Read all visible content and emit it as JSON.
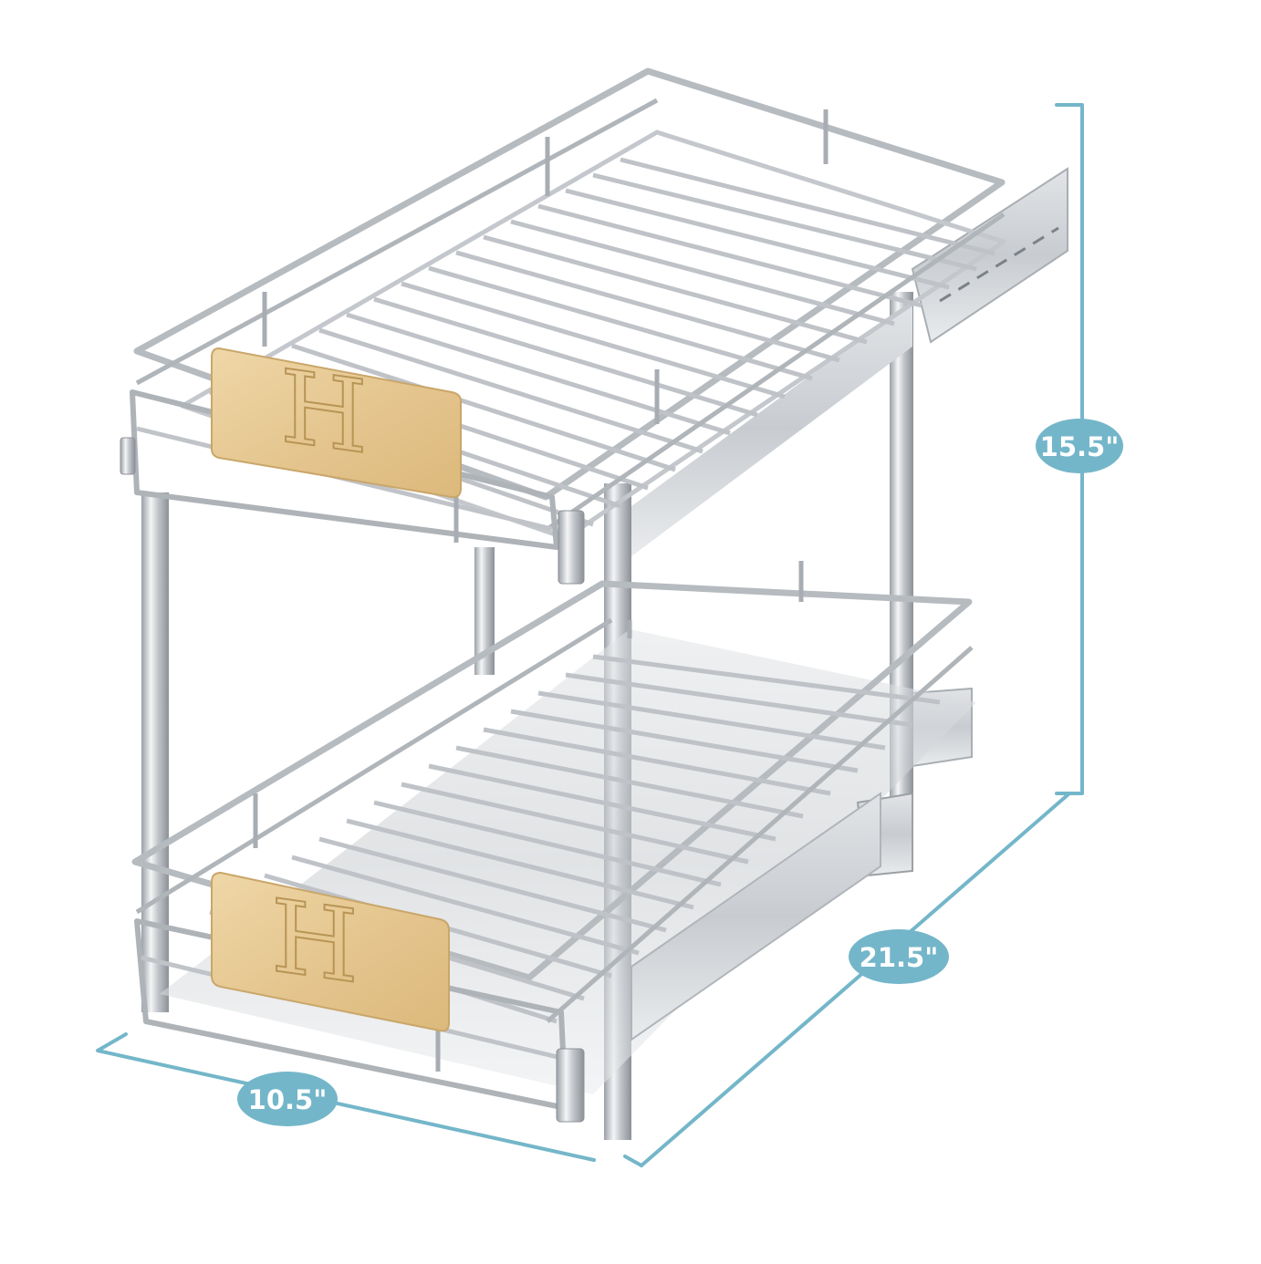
{
  "product": {
    "description": "Two-tier pull-out cabinet organizer, chrome wire baskets with wooden handles",
    "handle_emblem_letter": "H",
    "colors": {
      "chrome": "#c9ccd1",
      "chrome_dark": "#8e9298",
      "chrome_light": "#eef0f2",
      "wood": "#e7c993",
      "wood_dark": "#c9a66a",
      "dimension_accent": "#74b6c9"
    }
  },
  "dimensions": {
    "height": {
      "label": "15.5\""
    },
    "depth": {
      "label": "21.5\""
    },
    "width": {
      "label": "10.5\""
    }
  }
}
